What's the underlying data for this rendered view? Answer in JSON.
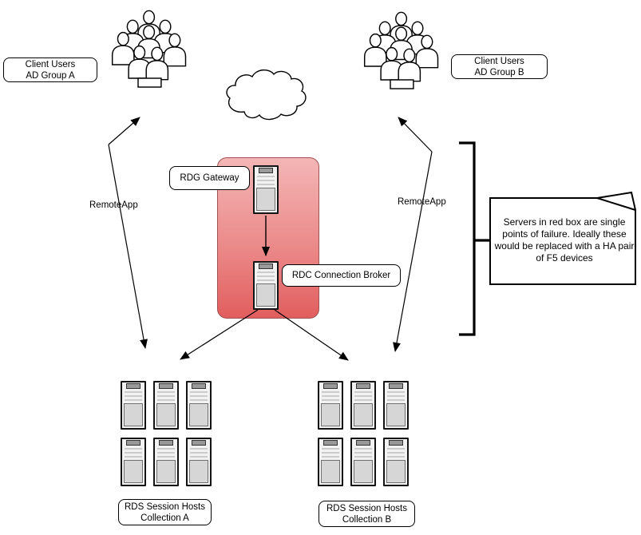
{
  "labels": {
    "client_users_a": [
      "Client Users",
      "AD Group A"
    ],
    "client_users_b": [
      "Client Users",
      "AD Group B"
    ],
    "rdg_gateway": "RDG Gateway",
    "rdc_connection_broker": "RDC Connection Broker",
    "remoteapp_left": "RemoteApp",
    "remoteapp_right": "RemoteApp",
    "rds_collection_a": [
      "RDS Session Hosts",
      "Collection A"
    ],
    "rds_collection_b": [
      "RDS Session Hosts",
      "Collection B"
    ],
    "note": "Servers in red box are single points of failure.  Ideally these would be replaced with a HA pair of F5 devices"
  },
  "colors": {
    "red_box_gradient_top": "#f4b6b6",
    "red_box_gradient_bottom": "#e25e5e",
    "red_box_border": "#a05252",
    "line": "#000000",
    "shape_fill": "#ffffff",
    "server_body": "#f2f2f2",
    "server_panel": "#d6d6d6",
    "server_top_bar": "#999999"
  },
  "icons": {
    "user_group": "user-group-icon",
    "cloud": "cloud-icon",
    "server": "server-icon",
    "note_shape": "note-icon",
    "bracket": "brace-bracket"
  },
  "structure": {
    "collection_a_server_count": 6,
    "collection_b_server_count": 6,
    "red_box_server_count": 2
  }
}
